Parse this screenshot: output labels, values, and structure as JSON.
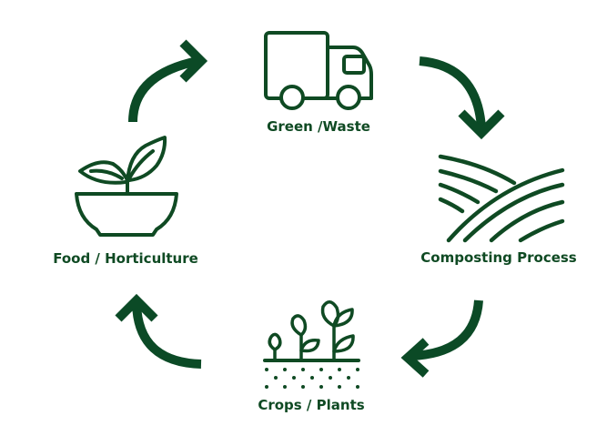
{
  "diagram": {
    "type": "cycle",
    "accent_color": "#0f4a23",
    "arrow_color": "#0b4a26",
    "nodes": [
      {
        "id": "green-waste",
        "label": "Green /Waste",
        "icon": "truck-icon"
      },
      {
        "id": "composting",
        "label": "Composting Process",
        "icon": "field-rows-icon"
      },
      {
        "id": "crops",
        "label": "Crops / Plants",
        "icon": "sprouts-soil-icon"
      },
      {
        "id": "food",
        "label": "Food / Horticulture",
        "icon": "bowl-plant-icon"
      }
    ],
    "arrows": [
      {
        "from": "green-waste",
        "to": "composting",
        "direction": "clockwise"
      },
      {
        "from": "composting",
        "to": "crops",
        "direction": "clockwise"
      },
      {
        "from": "crops",
        "to": "food",
        "direction": "clockwise"
      },
      {
        "from": "food",
        "to": "green-waste",
        "direction": "clockwise"
      }
    ]
  }
}
